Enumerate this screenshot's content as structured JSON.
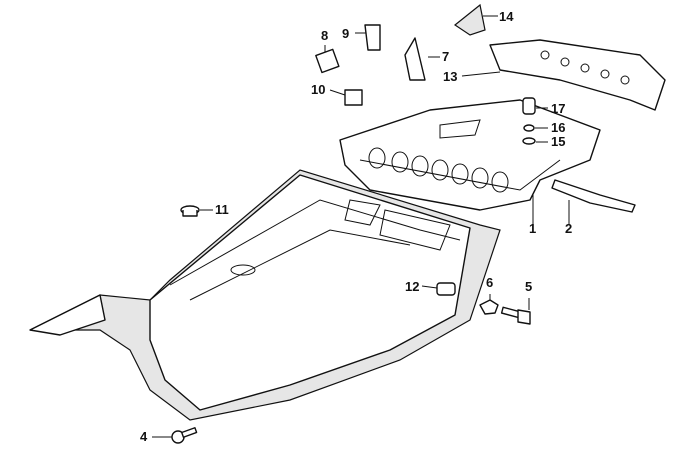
{
  "diagram": {
    "title": "Floor panel / heat shield parts diagram",
    "callouts": {
      "c1": "1",
      "c2": "2",
      "c4": "4",
      "c5": "5",
      "c6": "6",
      "c7": "7",
      "c8": "8",
      "c9": "9",
      "c10": "10",
      "c11": "11",
      "c12": "12",
      "c13": "13",
      "c14": "14",
      "c15": "15",
      "c16": "16",
      "c17": "17"
    }
  }
}
